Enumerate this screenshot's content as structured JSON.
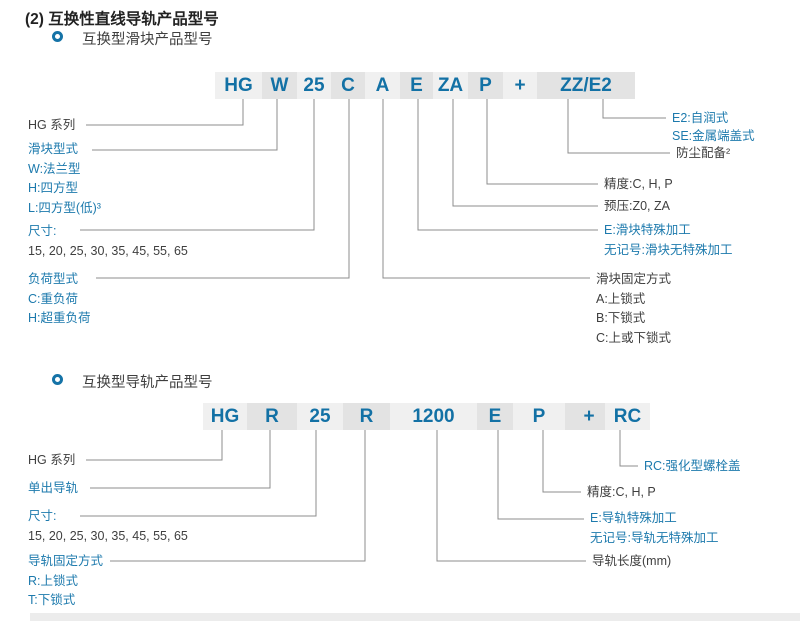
{
  "page": {
    "title": "(2) 互换性直线导轨产品型号"
  },
  "colors": {
    "accent_blue": "#1573a7",
    "label_blue": "#1d7aad",
    "text_dark": "#3f3f3f",
    "box_light": "#f0f0f0",
    "box_dark": "#e3e3e3",
    "connector_line": "#8c8c8c"
  },
  "s1": {
    "heading": "互换型滑块产品型号",
    "codes": {
      "c1": "HG",
      "c2": "W",
      "c3": "25",
      "c4": "C",
      "c5": "A",
      "c6": "E",
      "c7": "ZA",
      "c8": "P",
      "c9": "+",
      "c10": "ZZ/E2"
    },
    "series": "HG 系列",
    "block_type": {
      "title": "滑块型式",
      "w": "W:法兰型",
      "h": "H:四方型",
      "l": "L:四方型(低)³"
    },
    "size": {
      "title": "尺寸:",
      "values": "15, 20, 25, 30, 35, 45, 55, 65"
    },
    "load": {
      "title": "负荷型式",
      "c": "C:重负荷",
      "h": "H:超重负荷"
    },
    "dust": {
      "e2": "E2:自润式",
      "se": "SE:金属端盖式",
      "title": "防尘配备²"
    },
    "accuracy": "精度:C, H, P",
    "preload": "预压:Z0, ZA",
    "special": {
      "e": "E:滑块特殊加工",
      "none": "无记号:滑块无特殊加工"
    },
    "fixing": {
      "title": "滑块固定方式",
      "a": "A:上锁式",
      "b": "B:下锁式",
      "c": "C:上或下锁式"
    }
  },
  "s2": {
    "heading": "互换型导轨产品型号",
    "codes": {
      "c1": "HG",
      "c2": "R",
      "c3": "25",
      "c4": "R",
      "c5": "1200",
      "c6": "E",
      "c7": "P",
      "c8": "+",
      "c9": "RC"
    },
    "series": "HG 系列",
    "single_rail": "单出导轨",
    "size": {
      "title": "尺寸:",
      "values": "15, 20, 25, 30, 35, 45, 55, 65"
    },
    "fixing": {
      "title": "导轨固定方式",
      "r": "R:上锁式",
      "t": "T:下锁式"
    },
    "rc": "RC:强化型螺栓盖",
    "accuracy": "精度:C, H, P",
    "special": {
      "e": "E:导轨特殊加工",
      "none": "无记号:导轨无特殊加工"
    },
    "length": "导轨长度(mm)"
  }
}
